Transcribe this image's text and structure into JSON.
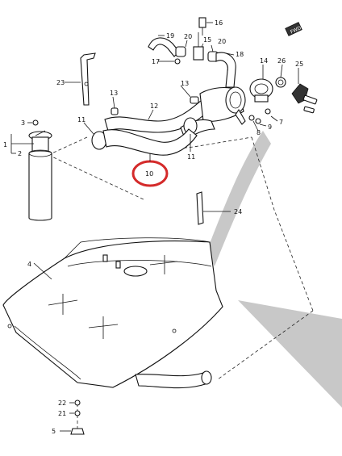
{
  "callouts": [
    {
      "id": "c16",
      "text": "16"
    },
    {
      "id": "c19",
      "text": "19"
    },
    {
      "id": "c20a",
      "text": "20"
    },
    {
      "id": "c15",
      "text": "15"
    },
    {
      "id": "c20b",
      "text": "20"
    },
    {
      "id": "c17",
      "text": "17"
    },
    {
      "id": "c18",
      "text": "18"
    },
    {
      "id": "c14",
      "text": "14"
    },
    {
      "id": "c26",
      "text": "26"
    },
    {
      "id": "c25",
      "text": "25"
    },
    {
      "id": "c23",
      "text": "23"
    },
    {
      "id": "c13a",
      "text": "13"
    },
    {
      "id": "c13b",
      "text": "13"
    },
    {
      "id": "c12",
      "text": "12"
    },
    {
      "id": "c3",
      "text": "3"
    },
    {
      "id": "c11a",
      "text": "11"
    },
    {
      "id": "c11b",
      "text": "11"
    },
    {
      "id": "c7",
      "text": "7"
    },
    {
      "id": "c9",
      "text": "9"
    },
    {
      "id": "c8",
      "text": "8"
    },
    {
      "id": "c1",
      "text": "1"
    },
    {
      "id": "c2",
      "text": "2"
    },
    {
      "id": "c10",
      "text": "10"
    },
    {
      "id": "c24",
      "text": "24"
    },
    {
      "id": "c4",
      "text": "4"
    },
    {
      "id": "c22",
      "text": "22"
    },
    {
      "id": "c21",
      "text": "21"
    },
    {
      "id": "c5",
      "text": "5"
    }
  ],
  "highlight": {
    "target": "10",
    "color": "#d42a2a"
  },
  "front_marker": {
    "text": "FWD"
  },
  "colors": {
    "ink": "#111111",
    "shadow": "#c8c8c8",
    "highlight": "#d42a2a"
  }
}
